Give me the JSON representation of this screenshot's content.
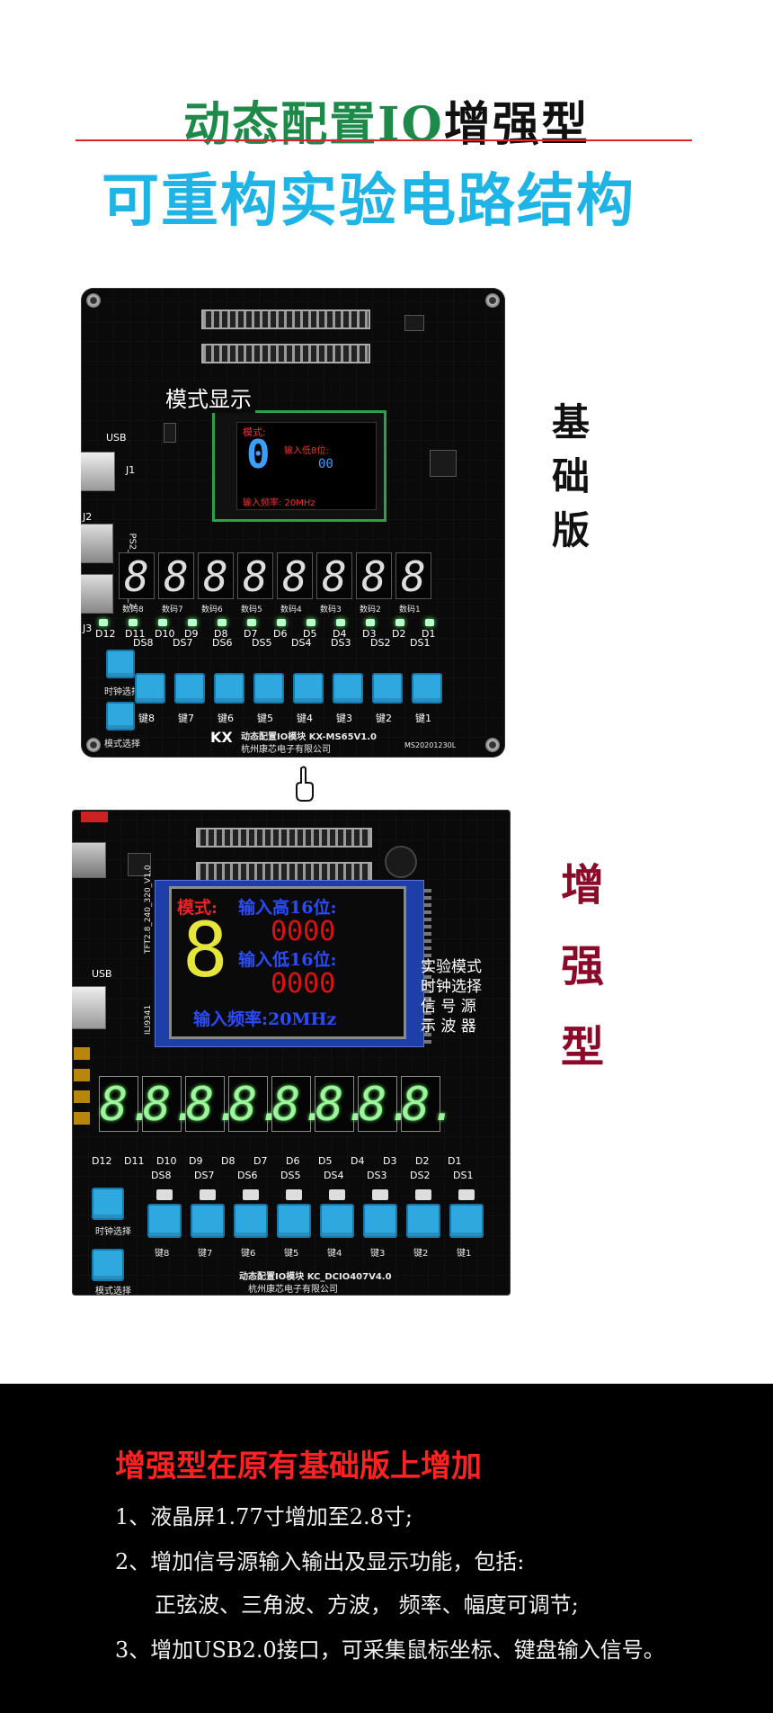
{
  "heading": {
    "title_green": "动态配置IO",
    "title_black": "增强型",
    "subtitle": "可重构实验电路结构"
  },
  "basic_board": {
    "side_label": [
      "基",
      "础",
      "版"
    ],
    "usb_label": "USB",
    "j1_label": "J1",
    "j2_label": "J2",
    "j3_label": "J3",
    "ps1_label": "PS2_1",
    "ps2_label": "PS2_2",
    "lcd_caption": "模式显示",
    "lcd": {
      "mode_label": "模式:",
      "mode_digit": "0",
      "low_label": "输入低8位:",
      "low_value": "00",
      "freq_label": "输入频率: 20MHz"
    },
    "digits": [
      "8",
      "8",
      "8",
      "8",
      "8",
      "8",
      "8",
      "8"
    ],
    "digit_labels": [
      "数码8",
      "数码7",
      "数码6",
      "数码5",
      "数码4",
      "数码3",
      "数码2",
      "数码1"
    ],
    "led_labels": [
      "D12",
      "D11",
      "D10",
      "D9",
      "D8",
      "D7",
      "D6",
      "D5",
      "D4",
      "D3",
      "D2",
      "D1"
    ],
    "ds_labels": [
      "DS8",
      "DS7",
      "DS6",
      "DS5",
      "DS4",
      "DS3",
      "DS2",
      "DS1"
    ],
    "key_labels": [
      "键8",
      "键7",
      "键6",
      "键5",
      "键4",
      "键3",
      "键2",
      "键1"
    ],
    "clock_select": "时钟选择",
    "mode_select": "模式选择",
    "module_name": "动态配置IO模块 KX-MS65V1.0",
    "company": "杭州康芯电子有限公司",
    "serial": "MS20201230L"
  },
  "enhanced_board": {
    "side_label": [
      "增",
      "强",
      "型"
    ],
    "usb_label": "USB",
    "lcd_tag": "TFT2.8_240_320_V1.0",
    "lcd_tag2": "ILI9341",
    "lcd": {
      "mode_label": "模式:",
      "high_label": "输入高16位:",
      "high_value": "0000",
      "mode_digit": "8",
      "low_label": "输入低16位:",
      "low_value": "0000",
      "freq_label": "输入频率:20MHz"
    },
    "side_text": [
      "实验模式",
      "时钟选择",
      "信 号 源",
      "示 波 器"
    ],
    "digits": [
      "8.",
      "8.",
      "8.",
      "8.",
      "8.",
      "8.",
      "8.",
      "8."
    ],
    "led_labels": [
      "D12",
      "D11",
      "D10",
      "D9",
      "D8",
      "D7",
      "D6",
      "D5",
      "D4",
      "D3",
      "D2",
      "D1"
    ],
    "ds_labels": [
      "DS8",
      "DS7",
      "DS6",
      "DS5",
      "DS4",
      "DS3",
      "DS2",
      "DS1"
    ],
    "key_labels": [
      "键8",
      "键7",
      "键6",
      "键5",
      "键4",
      "键3",
      "键2",
      "键1"
    ],
    "clock_select": "时钟选择",
    "mode_select": "模式选择",
    "module_name": "动态配置IO模块 KC_DCIO407V4.0",
    "company": "杭州康芯电子有限公司"
  },
  "bottom": {
    "heading": "增强型在原有基础版上增加",
    "lines": [
      "1、液晶屏1.77寸增加至2.8寸;",
      "2、增加信号源输入输出及显示功能，包括:",
      "正弦波、三角波、方波，     频率、幅度可调节;",
      "3、增加USB2.0接口，可采集鼠标坐标、键盘输入信号。"
    ]
  },
  "colors": {
    "title_green": "#1e8a4a",
    "subtitle_cyan": "#1eb4e6",
    "divider_red": "#d9242b",
    "enhanced_label": "#8b0a2a",
    "key_blue": "#2fa8e0",
    "bottom_heading_red": "#ff2222"
  }
}
